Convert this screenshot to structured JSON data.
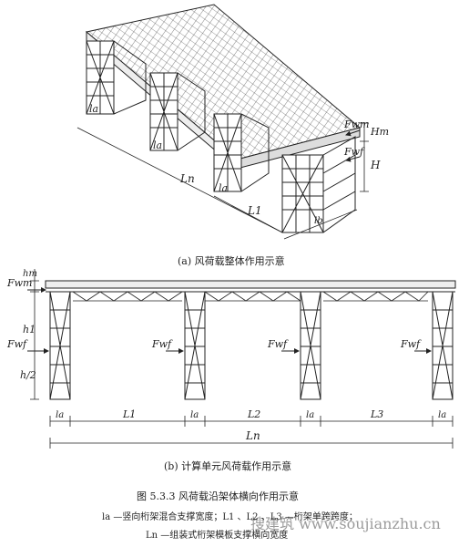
{
  "figure": {
    "caption_a": "(a) 风荷载整体作用示意",
    "caption_b": "(b) 计算单元风荷载作用示意",
    "figure_title": "图 5.3.3 风荷载沿架体横向作用示意",
    "legend_line1": "la —竖向桁架混合支撑宽度；L1 、L2 、L3 —桁架单跨跨度；",
    "legend_line2": "Ln —组装式桁架模板支撑横向宽度",
    "watermark": "搜建筑 www.soujianzhu.cn"
  },
  "top_labels": {
    "la_left": "la",
    "la_mid": "la",
    "la_front": "la",
    "ln": "Ln",
    "l1": "L1",
    "f_wm": "Fwm",
    "f_wf": "Fwf",
    "h_m": "Hm",
    "h": "H",
    "lb": "lb"
  },
  "bottom_labels": {
    "f_wm": "Fwm",
    "f_wf_left": "Fwf",
    "f_wf_1": "Fwf",
    "f_wf_2": "Fwf",
    "f_wf_3": "Fwf",
    "h_m": "hm",
    "h1": "h1",
    "h_half": "h/2",
    "la1": "la",
    "l1": "L1",
    "la2": "la",
    "l2": "L2",
    "la3": "la",
    "l3": "L3",
    "la4": "la",
    "ln": "Ln"
  },
  "colors": {
    "line": "#222222",
    "watermark": "#e53030"
  }
}
